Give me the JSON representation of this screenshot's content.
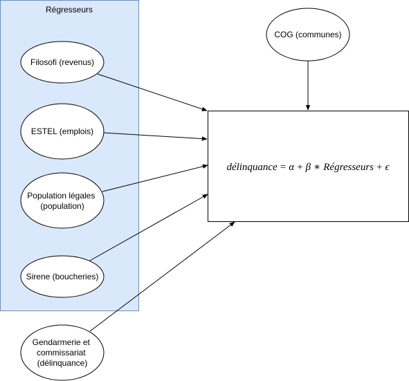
{
  "group": {
    "title": "Régresseurs"
  },
  "nodes": {
    "filosofi": {
      "lines": [
        "Filosofi (revenus)"
      ]
    },
    "estel": {
      "lines": [
        "ESTEL (emplois)"
      ]
    },
    "population": {
      "lines": [
        "Population légales",
        "(population)"
      ]
    },
    "sirene": {
      "lines": [
        "Sirene (boucheries)"
      ]
    },
    "gendarmerie": {
      "lines": [
        "Gendarmerie et",
        "commissariat",
        "(délinquance)"
      ]
    },
    "cog": {
      "lines": [
        "COG (communes)"
      ]
    }
  },
  "equation": {
    "lhs": "délinquance",
    "eq": "=",
    "alpha": "α",
    "plus1": "+",
    "beta": "β",
    "times": "∗",
    "regressors": "Régresseurs",
    "plus2": "+",
    "epsilon": "ϵ"
  },
  "colors": {
    "group_fill": "#dae8fc",
    "group_stroke": "#6c8ebf",
    "line": "#000000"
  }
}
